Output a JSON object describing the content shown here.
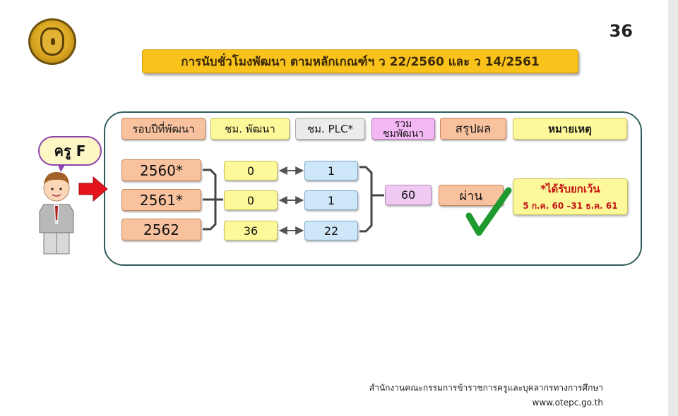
{
  "page": {
    "number": "36"
  },
  "title": "การนับชั่วโมงพัฒนา ตามหลักเกณฑ์ฯ ว 22/2560 และ ว 14/2561",
  "teacher": {
    "label": "ครู F"
  },
  "headers": {
    "round": "รอบปีที่พัฒนา",
    "dev_hours": "ชม. พัฒนา",
    "plc_hours": "ชม. PLC*",
    "total_line1": "รวม",
    "total_line2": "ชมพัฒนา",
    "result": "สรุปผล",
    "remark": "หมายเหตุ"
  },
  "rows": [
    {
      "year": "2560*",
      "dev": "0",
      "plc": "1"
    },
    {
      "year": "2561*",
      "dev": "0",
      "plc": "1"
    },
    {
      "year": "2562",
      "dev": "36",
      "plc": "22"
    }
  ],
  "total": "60",
  "result": "ผ่าน",
  "remark": {
    "main": "*ได้รับยกเว้น",
    "sub": "5 ก.ค. 60 –31 ธ.ค. 61"
  },
  "footer": {
    "org": "สำนักงานคณะกรรมการข้าราชการครูและบุคลากรทางการศึกษา",
    "url": "www.otepc.go.th"
  },
  "colors": {
    "title_bg": "#f9c31c",
    "panel_border": "#315b5b",
    "arrow_red": "#e3141b",
    "check_green": "#1f9a2e",
    "remark_text": "#c51313"
  },
  "icons": [
    "seal-logo",
    "teacher-figure",
    "red-arrow-icon",
    "checkmark-icon"
  ]
}
